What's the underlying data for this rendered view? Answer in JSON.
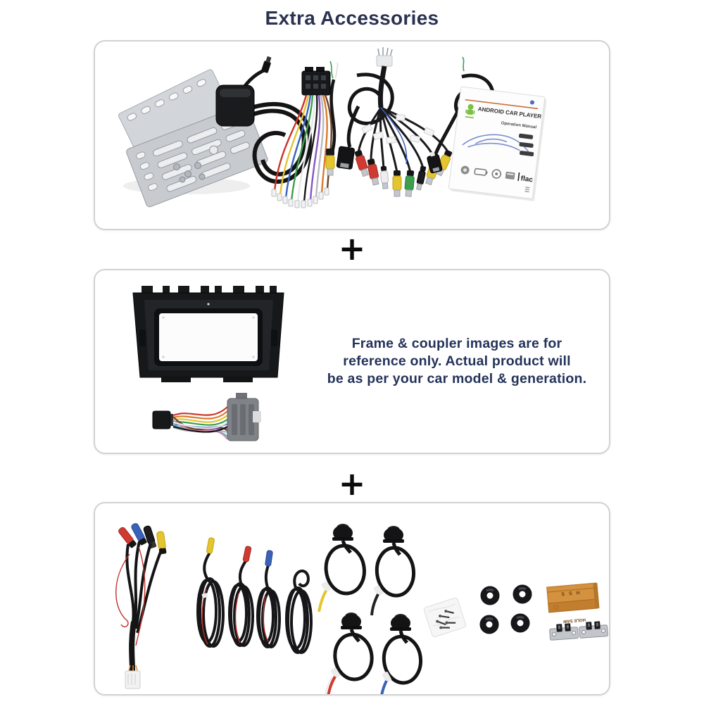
{
  "title": "Extra Accessories",
  "plus": "+",
  "colors": {
    "title_text": "#2b3150",
    "note_text": "#24335a",
    "plus_symbol": "#0b0b0b",
    "panel_border": "#d2d2d2",
    "panel_background": "#ffffff",
    "rca_red": "#cf3b31",
    "rca_yellow": "#e5c52f",
    "rca_green": "#3f9e4d",
    "rca_white": "#ededed",
    "wire_blue": "#3b62b8",
    "hole_saw_box_orange": "#d4913f"
  },
  "note": {
    "line1": "Frame & coupler images are for",
    "line2": "reference only.  Actual product  will",
    "line3": "be as per your car model & generation."
  },
  "manual": {
    "title": "ANDROID CAR PLAYER",
    "subtitle": "Operation Manual",
    "codec_label": "flac"
  },
  "hole_saw_box": {
    "top_label": "S S H",
    "side_label": "HOLE SAW"
  }
}
